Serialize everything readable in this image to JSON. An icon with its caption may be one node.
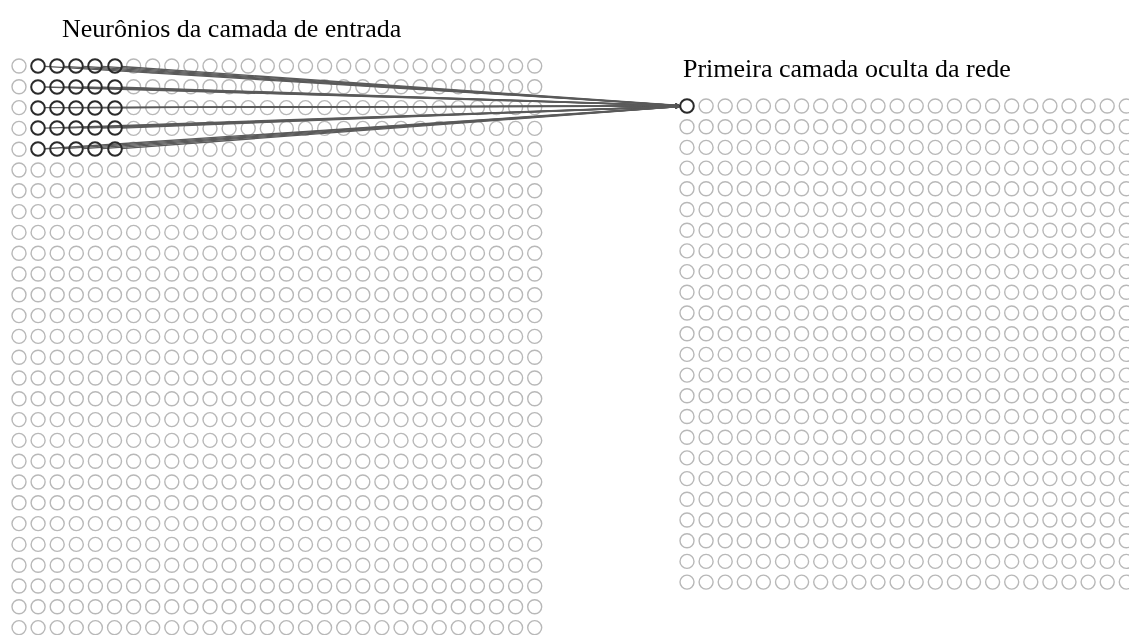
{
  "diagram": {
    "nodes": [
      {
        "text": [],
        "shape": "circle"
      },
      {
        "text": [],
        "shape": "circle"
      },
      {
        "text": [],
        "shape": "circle"
      },
      {
        "text": [],
        "shape": "circle"
      },
      {
        "text": [],
        "shape": "circle"
      },
      {
        "text": [],
        "shape": "circle"
      },
      {
        "text": [],
        "shape": "circle"
      },
      {
        "text": [],
        "shape": "circle"
      },
      {
        "text": [],
        "shape": "circle"
      },
      {
        "text": [],
        "shape": "circle"
      },
      {
        "text": [],
        "shape": "circle"
      },
      {
        "text": [],
        "shape": "circle"
      },
      {
        "text": [],
        "shape": "circle"
      },
      {
        "text": [],
        "shape": "circle"
      },
      {
        "text": [],
        "shape": "circle"
      },
      {
        "text": [],
        "shape": "circle"
      },
      {
        "text": [],
        "shape": "circle"
      },
      {
        "text": [],
        "shape": "circle"
      },
      {
        "text": [],
        "shape": "circle"
      },
      {
        "text": [],
        "shape": "circle"
      },
      {
        "text": [],
        "shape": "circle"
      },
      {
        "text": [],
        "shape": "circle"
      },
      {
        "text": [],
        "shape": "circle"
      },
      {
        "text": [],
        "shape": "circle"
      },
      {
        "text": [],
        "shape": "circle"
      },
      {
        "text": [],
        "shape": "circle"
      }
    ],
    "edges": [
      {
        "from": 0,
        "to": 25,
        "arrow": "to"
      },
      {
        "from": 1,
        "to": 25,
        "arrow": "to"
      },
      {
        "from": 2,
        "to": 25,
        "arrow": "to"
      },
      {
        "from": 3,
        "to": 25,
        "arrow": "to"
      },
      {
        "from": 4,
        "to": 25,
        "arrow": "to"
      },
      {
        "from": 5,
        "to": 25,
        "arrow": "to"
      },
      {
        "from": 6,
        "to": 25,
        "arrow": "to"
      },
      {
        "from": 7,
        "to": 25,
        "arrow": "to"
      },
      {
        "from": 8,
        "to": 25,
        "arrow": "to"
      },
      {
        "from": 9,
        "to": 25,
        "arrow": "to"
      },
      {
        "from": 10,
        "to": 25,
        "arrow": "to"
      },
      {
        "from": 11,
        "to": 25,
        "arrow": "to"
      },
      {
        "from": 12,
        "to": 25,
        "arrow": "to"
      },
      {
        "from": 13,
        "to": 25,
        "arrow": "to"
      },
      {
        "from": 14,
        "to": 25,
        "arrow": "to"
      },
      {
        "from": 15,
        "to": 25,
        "arrow": "to"
      },
      {
        "from": 16,
        "to": 25,
        "arrow": "to"
      },
      {
        "from": 17,
        "to": 25,
        "arrow": "to"
      },
      {
        "from": 18,
        "to": 25,
        "arrow": "to"
      },
      {
        "from": 19,
        "to": 25,
        "arrow": "to"
      },
      {
        "from": 20,
        "to": 25,
        "arrow": "to"
      },
      {
        "from": 21,
        "to": 25,
        "arrow": "to"
      },
      {
        "from": 22,
        "to": 25,
        "arrow": "to"
      },
      {
        "from": 23,
        "to": 25,
        "arrow": "to"
      },
      {
        "from": 24,
        "to": 25,
        "arrow": "to"
      }
    ],
    "labels": [
      "Neurônios da camada de entrada",
      "Primeira camada oculta da rede"
    ]
  }
}
